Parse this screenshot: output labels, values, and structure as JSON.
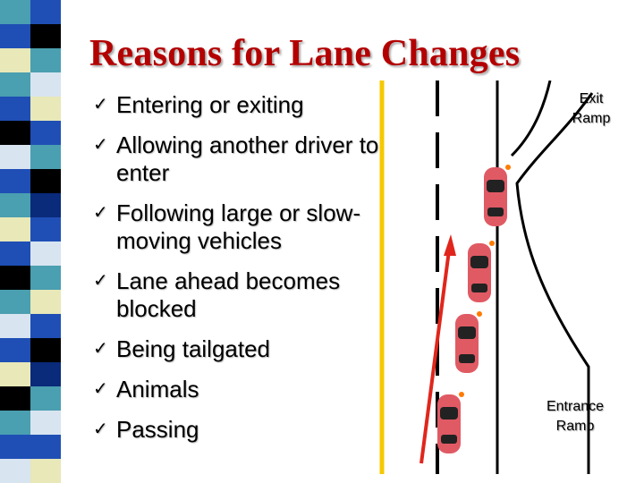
{
  "slide": {
    "title": "Reasons for Lane Changes",
    "bullet_symbol": "✓",
    "bullets": [
      "Entering or exiting",
      "Allowing another driver to enter",
      "Following large or slow-moving vehicles",
      "Lane ahead becomes blocked",
      "Being tailgated",
      "Animals",
      "Passing"
    ]
  },
  "diagram": {
    "exit_label": "Exit Ramp",
    "entrance_label": "Entrance Ramp",
    "colors": {
      "title": "#b30000",
      "yellow_line": "#f5c800",
      "car_body": "#e05a64",
      "arrow": "#e0261c"
    }
  },
  "colors": {
    "stripe_palette": [
      "#4a9fb0",
      "#1f4fb5",
      "#e8e8b8",
      "#000000",
      "#d8e4f0",
      "#0a2a7a"
    ]
  }
}
